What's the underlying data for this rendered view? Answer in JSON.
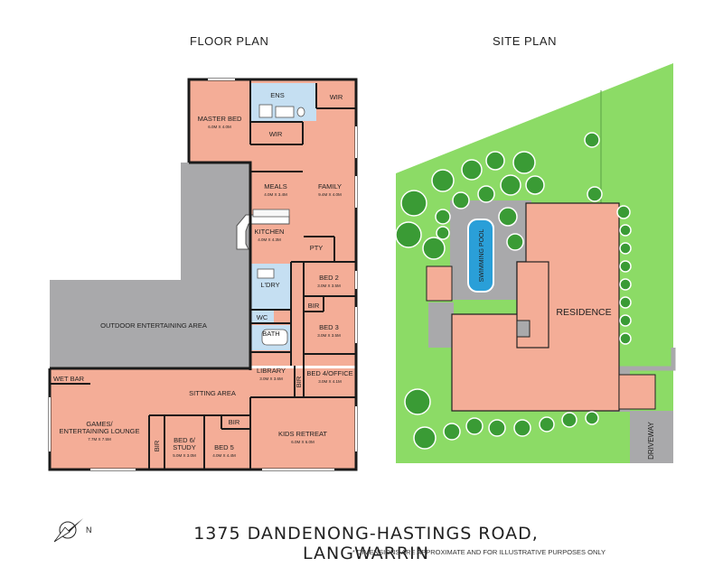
{
  "headings": {
    "floor_plan": "FLOOR PLAN",
    "site_plan": "SITE PLAN"
  },
  "rooms": {
    "master_bed": {
      "name": "MASTER BED",
      "dims": "6.0M X 4.0M"
    },
    "ens": {
      "name": "ENS"
    },
    "wir_top": {
      "name": "WIR"
    },
    "wir_master": {
      "name": "WIR"
    },
    "meals": {
      "name": "MEALS",
      "dims": "4.0M X 3.4M"
    },
    "family": {
      "name": "FAMILY",
      "dims": "9.4M X 4.0M"
    },
    "kitchen": {
      "name": "KITCHEN",
      "dims": "4.0M X 4.3M"
    },
    "pty": {
      "name": "PTY"
    },
    "bed2": {
      "name": "BED 2",
      "dims": "3.0M X 3.5M"
    },
    "ldry": {
      "name": "L'DRY"
    },
    "wc": {
      "name": "WC"
    },
    "bir_bed3": {
      "name": "BIR"
    },
    "bed3": {
      "name": "BED 3",
      "dims": "3.0M X 3.5M"
    },
    "bath": {
      "name": "BATH"
    },
    "outdoor": {
      "name": "OUTDOOR ENTERTAINING AREA"
    },
    "library": {
      "name": "LIBRARY",
      "dims": "3.0M X 3.6M"
    },
    "bed4": {
      "name": "BED 4/OFFICE",
      "dims": "3.0M X 4.1M"
    },
    "bir_bed4": {
      "name": "BIR"
    },
    "wet_bar": {
      "name": "WET BAR"
    },
    "sitting": {
      "name": "SITTING AREA"
    },
    "games": {
      "name_line1": "GAMES/",
      "name_line2": "ENTERTAINING LOUNGE",
      "dims": "7.7M X 7.5M"
    },
    "bir_bed6": {
      "name": "BIR"
    },
    "bed6": {
      "name_line1": "BED 6/",
      "name_line2": "STUDY",
      "dims": "5.0M X 3.0M"
    },
    "bed5": {
      "name": "BED 5",
      "dims": "4.0M X 4.4M"
    },
    "bir_bed5": {
      "name": "BIR"
    },
    "kids_retreat": {
      "name": "KIDS RETREAT",
      "dims": "6.0M X 6.0M"
    }
  },
  "site": {
    "pool": "SWIMMING POOL",
    "residence": "RESIDENCE",
    "driveway": "DRIVEWAY"
  },
  "compass": {
    "label": "N"
  },
  "address": "1375 DANDENONG-HASTINGS ROAD, LANGWARRIN",
  "disclaimer": "* DIMENSIONS ARE APPROXIMATE AND FOR ILLUSTRATIVE PURPOSES ONLY",
  "colors": {
    "room": "#f4ad97",
    "outdoor": "#a9a9ab",
    "wet": "#c5dff2",
    "grass": "#8cdb66",
    "tree": "#3a9b35",
    "pool": "#2a9fd8",
    "wall": "#1a1a1a"
  }
}
